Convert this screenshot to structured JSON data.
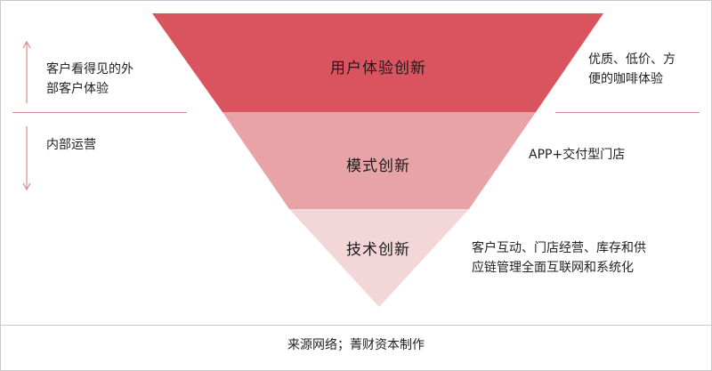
{
  "layers": [
    {
      "label": "用户体验创新",
      "color": "#d9545e"
    },
    {
      "label": "模式创新",
      "color": "#e8a3a6"
    },
    {
      "label": "技术创新",
      "color": "#f3d6d8"
    }
  ],
  "left": {
    "top_text_line1": "客户看得见的外",
    "top_text_line2": "部客户体验",
    "bottom_text": "内部运营"
  },
  "right": {
    "ux_line1": "优质、低价、方",
    "ux_line2": "便的咖啡体验",
    "model_text": "APP+交付型门店",
    "tech_line1": "客户互动、门店经营、库存和供",
    "tech_line2": "应链管理全面互联网和系统化"
  },
  "footer": "来源网络；菁财资本制作",
  "colors": {
    "arrow": "#d98a8a",
    "divider": "#d98a8a"
  }
}
